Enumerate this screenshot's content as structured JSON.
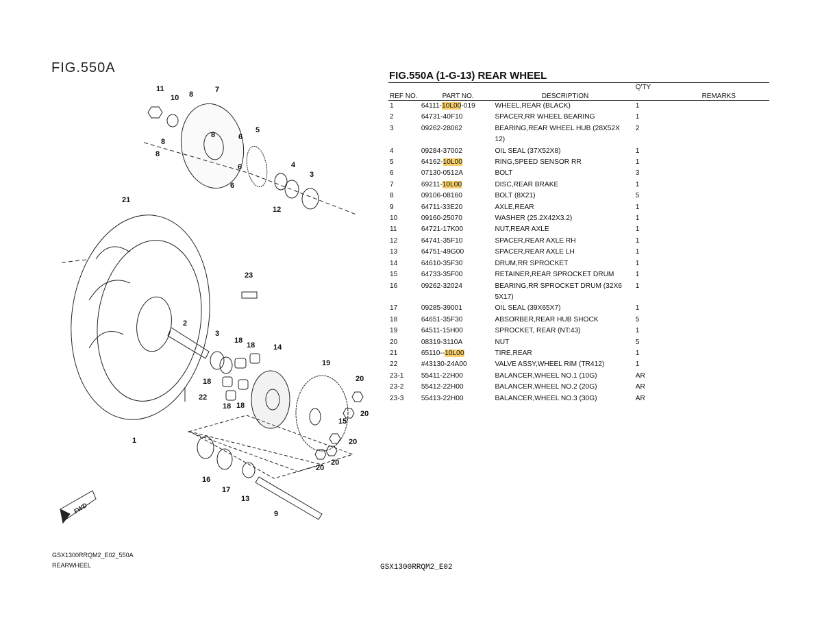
{
  "page_fig": "FIG.550A",
  "table_title": "FIG.550A (1-G-13) REAR WHEEL",
  "headers": {
    "ref": "REF NO.",
    "part": "PART NO.",
    "desc": "DESCRIPTION",
    "qty": "Q'TY",
    "remarks": "REMARKS"
  },
  "rows": [
    {
      "ref": "1",
      "part_pre": "64111-",
      "part_hl": "10L00",
      "part_post": "-019",
      "desc": "WHEEL,REAR (BLACK)",
      "qty": "1"
    },
    {
      "ref": "2",
      "part_pre": "64731-40F10",
      "part_hl": "",
      "part_post": "",
      "desc": "SPACER,RR WHEEL BEARING",
      "qty": "1"
    },
    {
      "ref": "3",
      "part_pre": "09262-28062",
      "part_hl": "",
      "part_post": "",
      "desc": "BEARING,REAR WHEEL HUB (28X52X\n12)",
      "qty": "2"
    },
    {
      "ref": "4",
      "part_pre": "09284-37002",
      "part_hl": "",
      "part_post": "",
      "desc": "OIL SEAL (37X52X8)",
      "qty": "1"
    },
    {
      "ref": "5",
      "part_pre": "64162-",
      "part_hl": "10L00",
      "part_post": "",
      "desc": "RING,SPEED SENSOR RR",
      "qty": "1"
    },
    {
      "ref": "6",
      "part_pre": "07130-0512A",
      "part_hl": "",
      "part_post": "",
      "desc": "BOLT",
      "qty": "3"
    },
    {
      "ref": "7",
      "part_pre": "69211-",
      "part_hl": "10L00",
      "part_post": "",
      "desc": "DISC,REAR BRAKE",
      "qty": "1"
    },
    {
      "ref": "8",
      "part_pre": "09106-08160",
      "part_hl": "",
      "part_post": "",
      "desc": "BOLT (8X21)",
      "qty": "5"
    },
    {
      "ref": "9",
      "part_pre": "64711-33E20",
      "part_hl": "",
      "part_post": "",
      "desc": "AXLE,REAR",
      "qty": "1"
    },
    {
      "ref": "10",
      "part_pre": "09160-25070",
      "part_hl": "",
      "part_post": "",
      "desc": "WASHER (25.2X42X3.2)",
      "qty": "1"
    },
    {
      "ref": "11",
      "part_pre": "64721-17K00",
      "part_hl": "",
      "part_post": "",
      "desc": "NUT,REAR AXLE",
      "qty": "1"
    },
    {
      "ref": "12",
      "part_pre": "64741-35F10",
      "part_hl": "",
      "part_post": "",
      "desc": "SPACER,REAR AXLE RH",
      "qty": "1"
    },
    {
      "ref": "13",
      "part_pre": "64751-49G00",
      "part_hl": "",
      "part_post": "",
      "desc": "SPACER,REAR AXLE LH",
      "qty": "1"
    },
    {
      "ref": "14",
      "part_pre": "64610-35F30",
      "part_hl": "",
      "part_post": "",
      "desc": "DRUM,RR SPROCKET",
      "qty": "1"
    },
    {
      "ref": "15",
      "part_pre": "64733-35F00",
      "part_hl": "",
      "part_post": "",
      "desc": "RETAINER,REAR SPROCKET DRUM",
      "qty": "1"
    },
    {
      "ref": "16",
      "part_pre": "09262-32024",
      "part_hl": "",
      "part_post": "",
      "desc": "BEARING,RR SPROCKET DRUM (32X6\n5X17)",
      "qty": "1"
    },
    {
      "ref": "17",
      "part_pre": "09285-39001",
      "part_hl": "",
      "part_post": "",
      "desc": "OIL SEAL (39X65X7)",
      "qty": "1"
    },
    {
      "ref": "18",
      "part_pre": "64651-35F30",
      "part_hl": "",
      "part_post": "",
      "desc": "ABSORBER,REAR HUB SHOCK",
      "qty": "5"
    },
    {
      "ref": "19",
      "part_pre": "64511-15H00",
      "part_hl": "",
      "part_post": "",
      "desc": "SPROCKET, REAR (NT:43)",
      "qty": "1"
    },
    {
      "ref": "20",
      "part_pre": "08319-3110A",
      "part_hl": "",
      "part_post": "",
      "desc": "NUT",
      "qty": "5"
    },
    {
      "ref": "21",
      "part_pre": "65110--",
      "part_hl": "10L00",
      "part_post": "",
      "desc": "TIRE,REAR",
      "qty": "1"
    },
    {
      "ref": "22",
      "part_pre": "#43130-24A00",
      "part_hl": "",
      "part_post": "",
      "desc": "VALVE ASSY,WHEEL RIM (TR412)",
      "qty": "1"
    },
    {
      "ref": "23-1",
      "part_pre": "55411-22H00",
      "part_hl": "",
      "part_post": "",
      "desc": "BALANCER,WHEEL NO.1 (10G)",
      "qty": "AR"
    },
    {
      "ref": "23-2",
      "part_pre": "55412-22H00",
      "part_hl": "",
      "part_post": "",
      "desc": "BALANCER,WHEEL NO.2 (20G)",
      "qty": "AR"
    },
    {
      "ref": "23-3",
      "part_pre": "55413-22H00",
      "part_hl": "",
      "part_post": "",
      "desc": "BALANCER,WHEEL NO.3 (30G)",
      "qty": "AR"
    }
  ],
  "diagram_labels": [
    "11",
    "10",
    "8",
    "7",
    "5",
    "6",
    "8",
    "8",
    "8",
    "4",
    "3",
    "6",
    "6",
    "12",
    "21",
    "23",
    "2",
    "3",
    "18",
    "18",
    "14",
    "19",
    "20",
    "18",
    "18",
    "18",
    "22",
    "15",
    "20",
    "20",
    "1",
    "16",
    "17",
    "13",
    "20",
    "20",
    "9"
  ],
  "fwd_label": "FWD",
  "footer_left": [
    "GSX1300RRQM2_E02_550A",
    "REARWHEEL"
  ],
  "footer_center": "GSX1300RRQM2_E02",
  "highlight_color": "#f7cf6a"
}
